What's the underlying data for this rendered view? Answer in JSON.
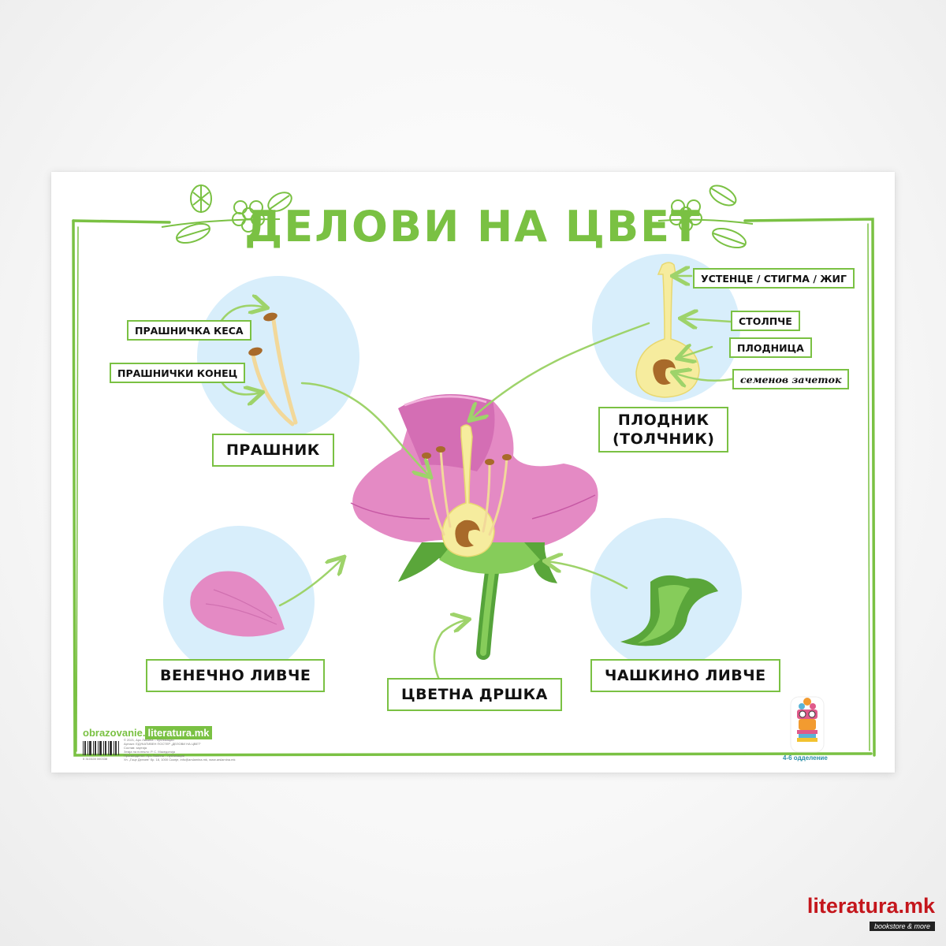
{
  "title": "ДЕЛОВИ НА ЦВЕТ",
  "labels": {
    "anther": "ПРАШНИЧКА КЕСА",
    "filament": "ПРАШНИЧКИ КОНЕЦ",
    "stamen": "ПРАШНИК",
    "stigma": "УСТЕНЦЕ / СТИГМА / ЖИГ",
    "style": "СТОЛПЧЕ",
    "ovary": "ПЛОДНИЦА",
    "ovule": "семенов зачеток",
    "pistil_line1": "ПЛОДНИК",
    "pistil_line2": "(ТОЛЧНИК)",
    "petal": "ВЕНЕЧНО ЛИВЧЕ",
    "pedicel": "ЦВЕТНА ДРШКА",
    "sepal": "ЧАШКИНО ЛИВЧЕ"
  },
  "brand": {
    "prefix": "obrazovanie.",
    "boxed": "literatura.mk"
  },
  "fineprint": [
    "© 2021, Арс Ламина – публикации",
    "Артикл: ЕДУКАТИВЕН ПОСТЕР „ДЕЛОВИ НА ЦВЕТ“",
    "Состав: хартија",
    "Земја на потекло: Р. С. Македонија",
    "Производител: Арс Ламина – публикации",
    "Ул. „Гоце Делчев“ бр. 18, 1000 Скопје, info@arslamina.mk, www.arslamina.mk"
  ],
  "barcode": "5 310328 000338",
  "grade": "4-6 одделение",
  "watermark": {
    "main": "literatura.mk",
    "sub": "bookstore & more"
  },
  "colors": {
    "green": "#7ac143",
    "circle": "#d8eefb",
    "petal": "#e48ac4",
    "pistil": "#f6ec9e",
    "ovule": "#a86a2a"
  }
}
